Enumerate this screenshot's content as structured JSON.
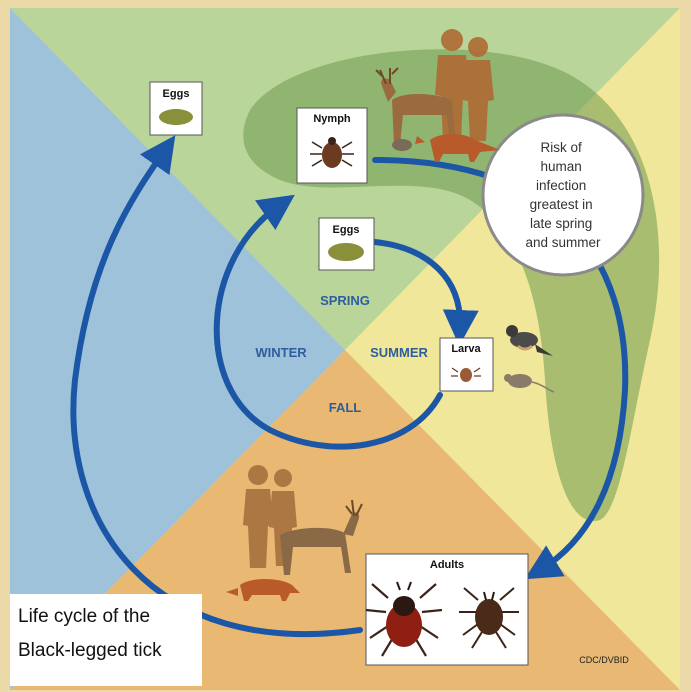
{
  "labels": {
    "eggs_top": "Eggs",
    "eggs_center": "Eggs",
    "nymph": "Nymph",
    "larva": "Larva",
    "adults": "Adults"
  },
  "seasons": {
    "spring": "SPRING",
    "summer": "SUMMER",
    "fall": "FALL",
    "winter": "WINTER"
  },
  "risk_note": [
    "Risk of",
    "human",
    "infection",
    "greatest in",
    "late spring",
    "and summer"
  ],
  "caption": [
    "Life cycle of the",
    "Black-legged tick"
  ],
  "credit": "CDC/DVBID",
  "colors": {
    "spring_quadrant": "#b9d59a",
    "summer_quadrant": "#f0e79a",
    "fall_quadrant": "#e9b872",
    "winter_quadrant": "#9ec2d9",
    "arrow": "#1c56a6",
    "human_risk_band": "#6f9a4e"
  }
}
